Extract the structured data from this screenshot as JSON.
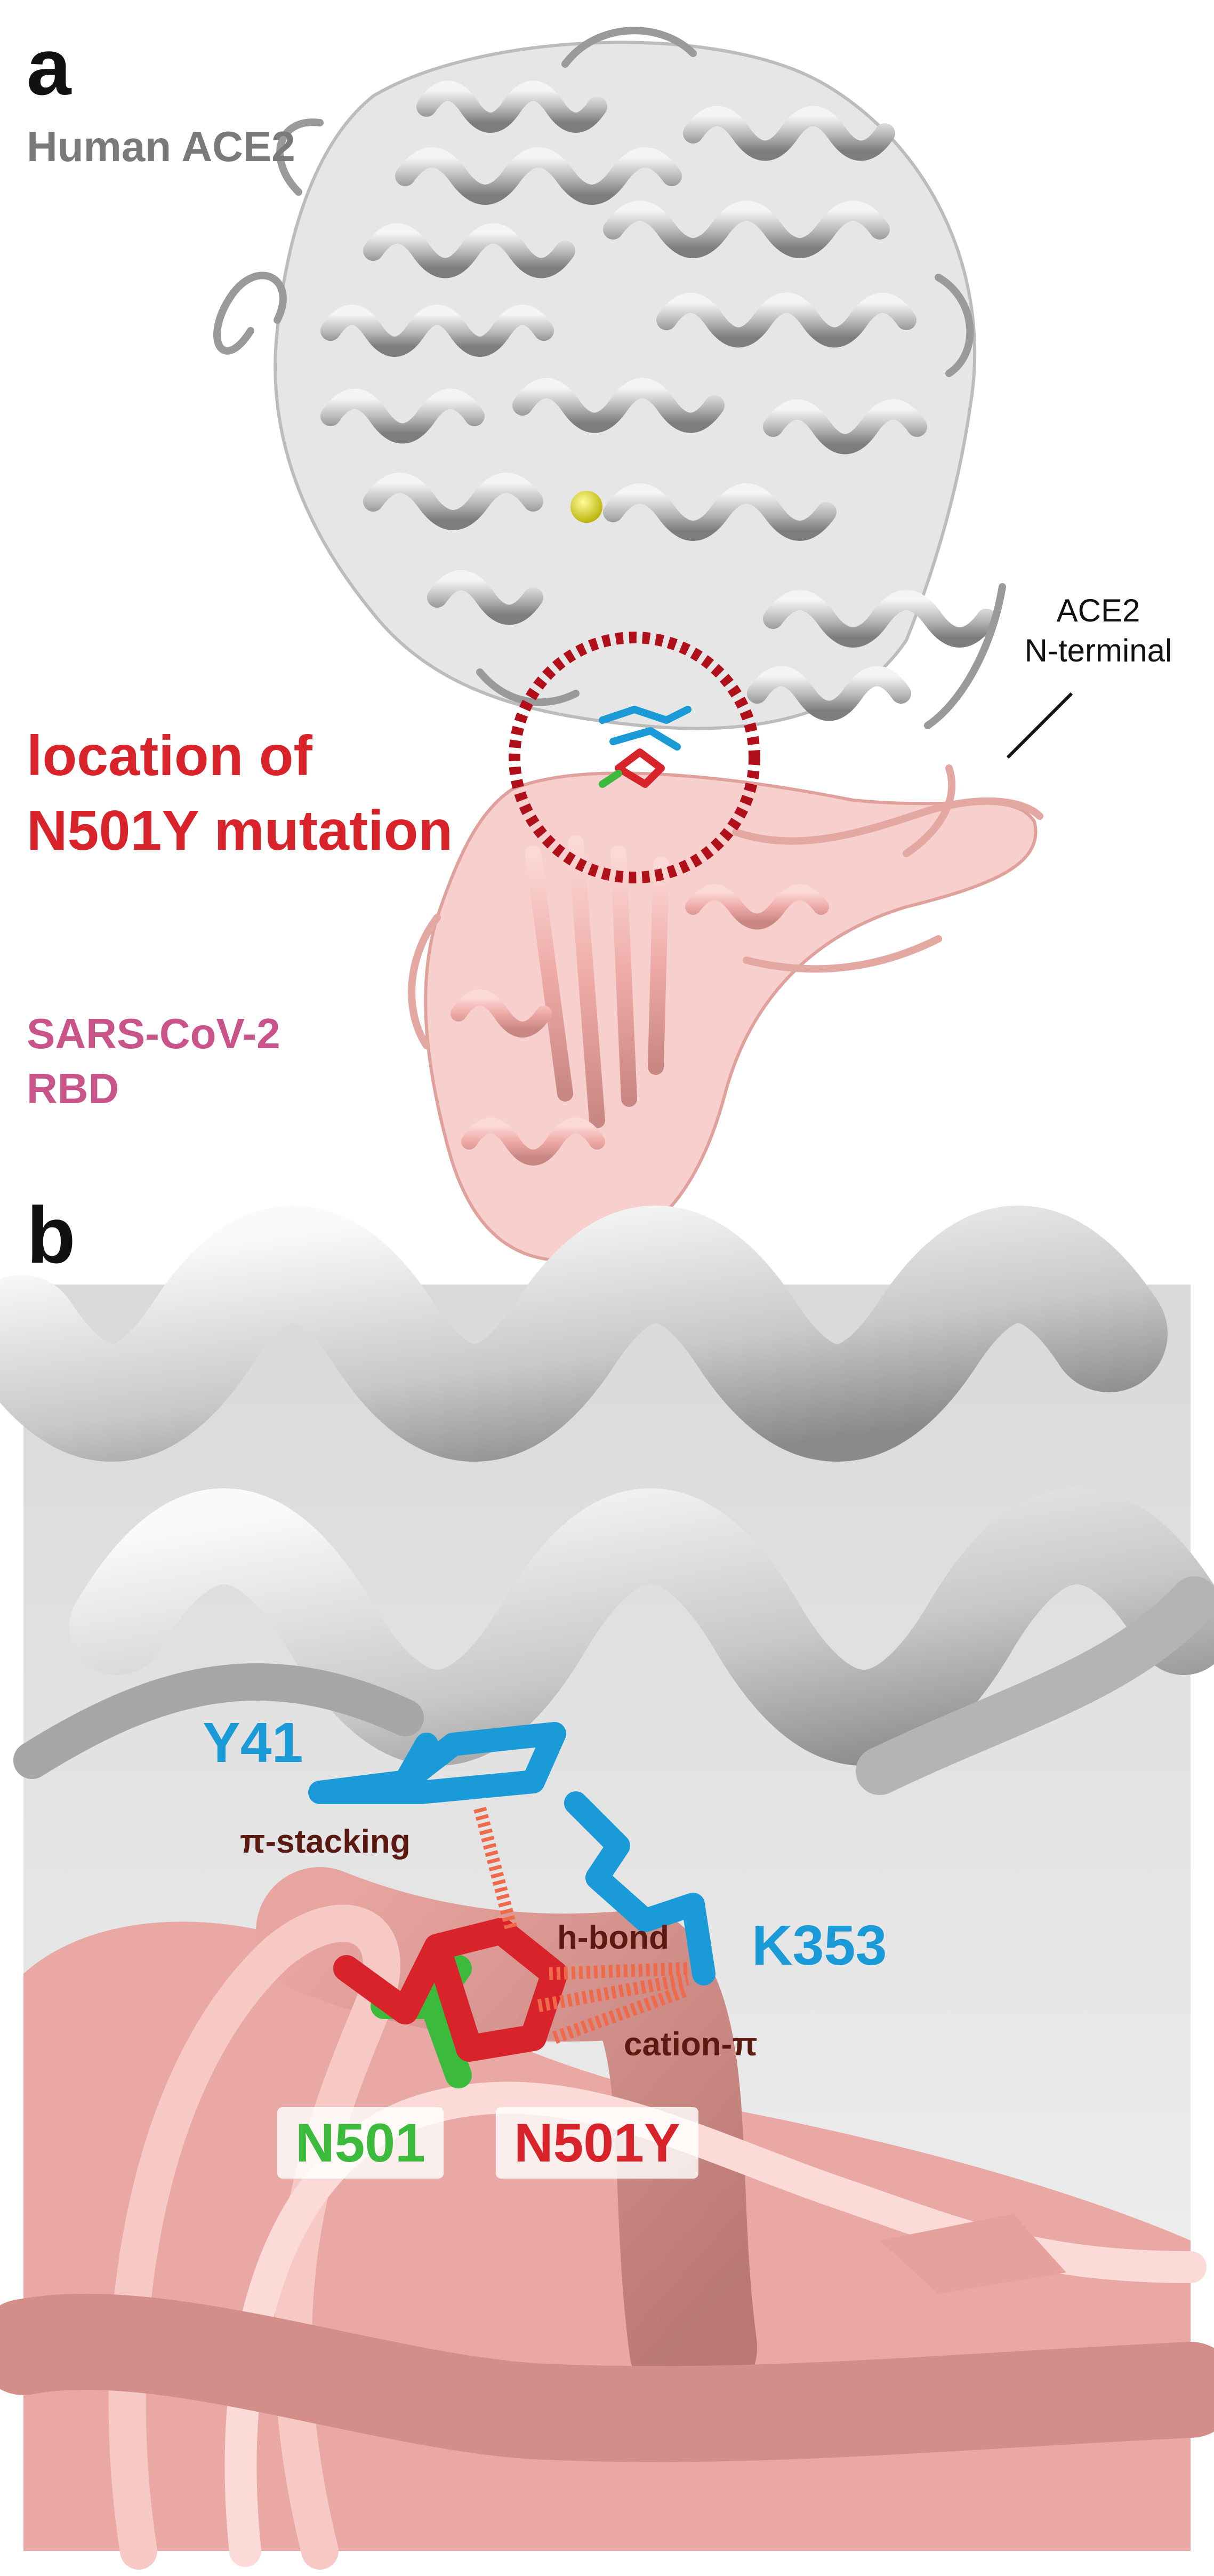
{
  "panel_a": {
    "letter": "a",
    "ace2_label": "Human ACE2",
    "mutation_label_line1": "location of",
    "mutation_label_line2": "N501Y mutation",
    "nterm_label_line1": "ACE2",
    "nterm_label_line2": "N-terminal",
    "rbd_label_line1": "SARS-CoV-2",
    "rbd_label_line2": "RBD"
  },
  "panel_b": {
    "letter": "b",
    "residues": {
      "y41": "Y41",
      "k353": "K353",
      "n501": "N501",
      "n501y": "N501Y"
    },
    "interactions": {
      "pi_stacking": "π-stacking",
      "h_bond": "h-bond",
      "cation_pi": "cation-π"
    }
  },
  "colors": {
    "ace2_gray": "#8c8c8c",
    "rbd_pink": "#f2b6b2",
    "rbd_label": "#c8548a",
    "mutation_red": "#d8232a",
    "residue_blue": "#1a9ad6",
    "residue_green": "#3cba3c",
    "interaction_dark": "#5a1a12",
    "dash_orange": "#ef6a4a"
  }
}
